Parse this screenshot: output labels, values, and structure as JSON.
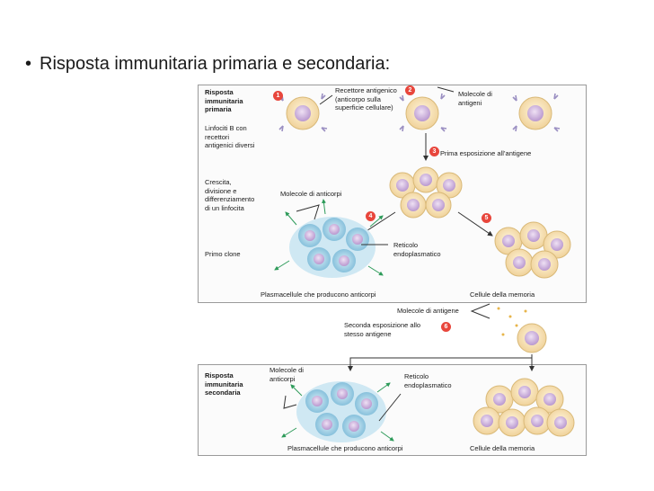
{
  "slide": {
    "bullet": "•",
    "title": "Risposta immunitaria primaria e secondaria:"
  },
  "primary": {
    "heading": "Risposta immunitaria primaria",
    "left_labels": {
      "lymphocytes": "Linfociti B con recettori antigenici diversi",
      "growth": "Crescita, divisione e differenziamento di un linfocita",
      "clone": "Primo clone"
    },
    "receptor": "Recettore antigenico (anticorpo sulla superficie cellulare)",
    "antigen_molecules": "Molecole di antigeni",
    "first_exposure": "Prima esposizione all’antigene",
    "antibody_molecules": "Molecole di anticorpi",
    "er": "Reticolo endoplasmatico",
    "plasma_cells": "Plasmacellule che producono anticorpi",
    "memory_cells": "Cellule della memoria"
  },
  "middle": {
    "antigen_molecules": "Molecole di antigene",
    "second_exposure": "Seconda esposizione allo stesso antigene"
  },
  "secondary": {
    "heading": "Risposta immunitaria secondaria",
    "antibody_molecules": "Molecole di anticorpi",
    "er": "Reticolo endoplasmatico",
    "plasma_cells": "Plasmacellule che producono anticorpi",
    "memory_cells": "Cellule della memoria"
  },
  "steps": [
    "1",
    "2",
    "3",
    "4",
    "5",
    "6"
  ],
  "colors": {
    "cell_fill": "#f6e3b8",
    "nucleus": "#c9a9d8",
    "antibody": "#9a8fc2",
    "plasma_cell": "#9fd0e6",
    "arrow_green": "#2e9b5a",
    "badge": "#e8463c"
  }
}
